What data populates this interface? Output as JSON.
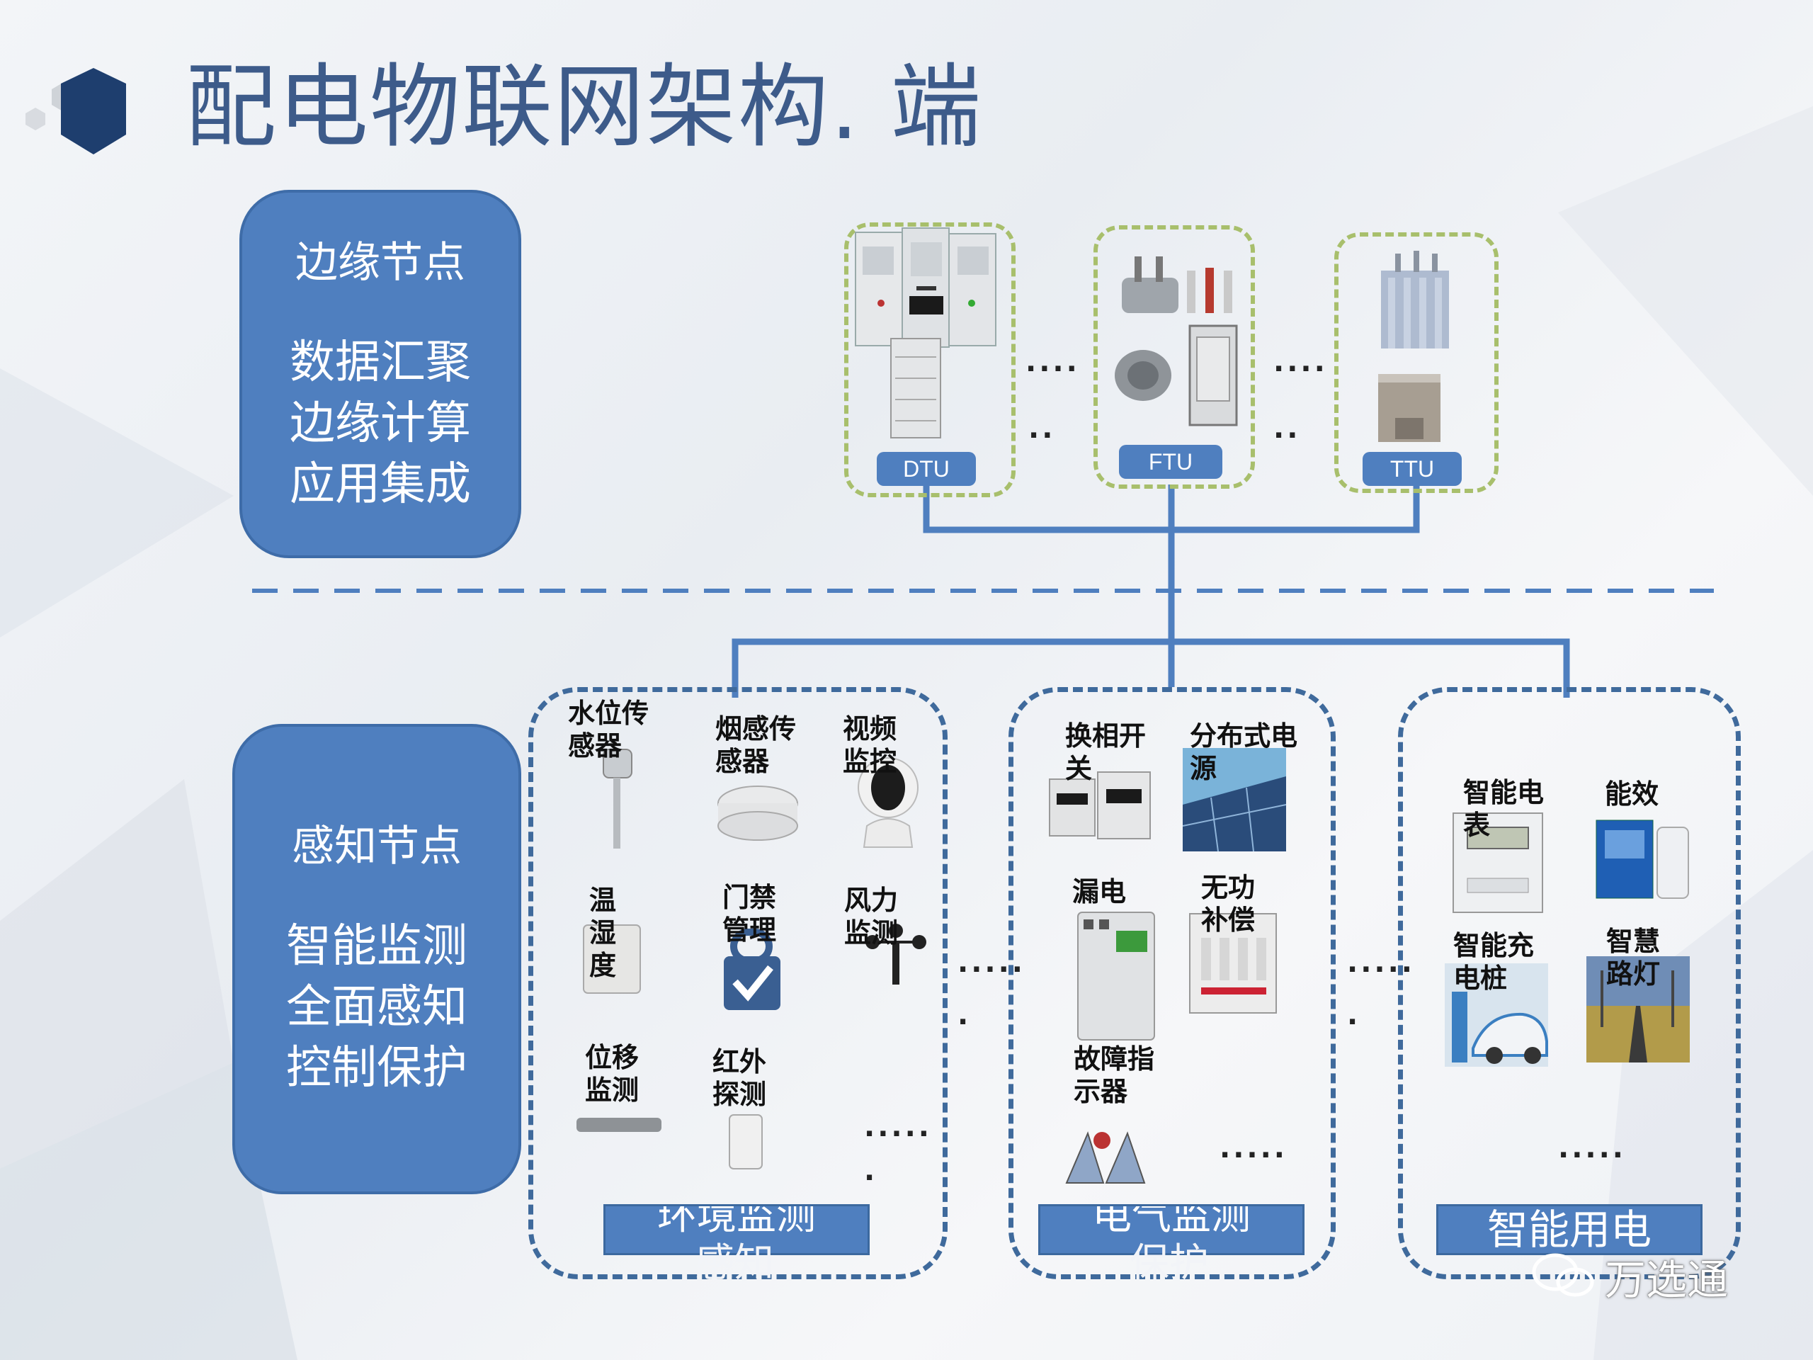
{
  "title": "配电物联网架构. 端",
  "edge_box": {
    "heading": "边缘节点",
    "lines": [
      "数据汇聚",
      "边缘计算",
      "应用集成"
    ]
  },
  "sense_box": {
    "heading": "感知节点",
    "lines": [
      "智能监测",
      "全面感知",
      "控制保护"
    ]
  },
  "edge_nodes": [
    {
      "label": "DTU"
    },
    {
      "label": "FTU"
    },
    {
      "label": "TTU"
    }
  ],
  "ellipsis": {
    "top_a": "....",
    "top_b": "..",
    "mid": ".....",
    "dot": "."
  },
  "groups": [
    {
      "label": "环境监测感知",
      "label_line1": "环境监测",
      "label_line2": "感知",
      "items": [
        "水位传感器",
        "烟感传感器",
        "视频监控",
        "温湿度",
        "门禁管理",
        "风力监测",
        "位移监测",
        "红外探测"
      ],
      "item_lines": [
        [
          "水位传",
          "感器"
        ],
        [
          "烟感传",
          "感器"
        ],
        [
          "视频",
          "监控"
        ],
        [
          "温",
          "湿",
          "度"
        ],
        [
          "门禁",
          "管理"
        ],
        [
          "风力",
          "监测"
        ],
        [
          "位移",
          "监测"
        ],
        [
          "红外",
          "探测"
        ]
      ]
    },
    {
      "label": "电气监测保护",
      "label_line1": "电气监测",
      "label_line2": "保护",
      "items": [
        "换相开关",
        "分布式电源",
        "漏电",
        "无功补偿",
        "故障指示器"
      ],
      "item_lines": [
        [
          "换相开",
          "关"
        ],
        [
          "分布式电",
          "源"
        ],
        [
          "漏电"
        ],
        [
          "无功",
          "补偿"
        ],
        [
          "故障指",
          "示器"
        ]
      ]
    },
    {
      "label": "智能用电",
      "items": [
        "智能电表",
        "能效",
        "智能充电桩",
        "智慧路灯"
      ],
      "item_lines": [
        [
          "智能电",
          "表"
        ],
        [
          "能效"
        ],
        [
          "智能充",
          "电桩"
        ],
        [
          "智慧",
          "路灯"
        ]
      ]
    }
  ],
  "watermark": "万选通",
  "colors": {
    "title": "#3d5b8a",
    "box_fill": "#4f7fbf",
    "connector": "#4f7fbf",
    "node_frame": "#a8bf6c",
    "group_frame": "#3f6a9c"
  }
}
